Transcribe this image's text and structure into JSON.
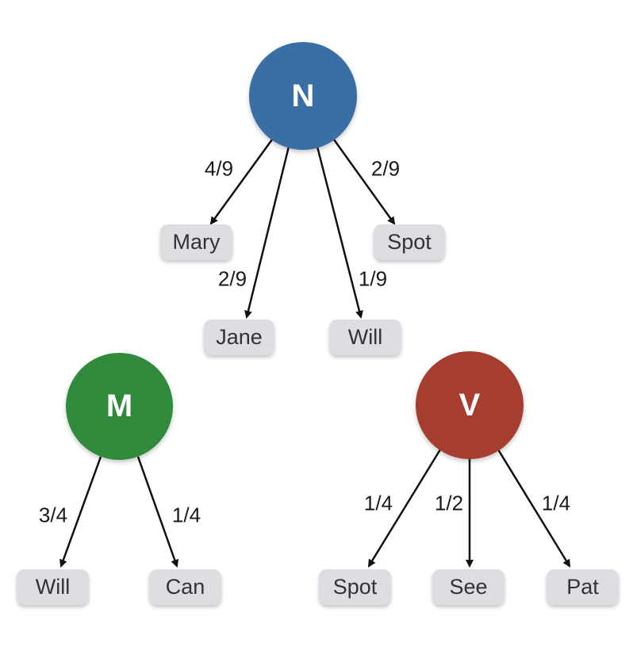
{
  "colors": {
    "N": "#3a6fa6",
    "M": "#2f8a3b",
    "V": "#a53d30",
    "word_box": "#dedee2"
  },
  "trees": [
    {
      "tag": "N",
      "children": [
        {
          "word": "Mary",
          "prob": "4/9"
        },
        {
          "word": "Jane",
          "prob": "2/9"
        },
        {
          "word": "Will",
          "prob": "1/9"
        },
        {
          "word": "Spot",
          "prob": "2/9"
        }
      ]
    },
    {
      "tag": "M",
      "children": [
        {
          "word": "Will",
          "prob": "3/4"
        },
        {
          "word": "Can",
          "prob": "1/4"
        }
      ]
    },
    {
      "tag": "V",
      "children": [
        {
          "word": "Spot",
          "prob": "1/4"
        },
        {
          "word": "See",
          "prob": "1/2"
        },
        {
          "word": "Pat",
          "prob": "1/4"
        }
      ]
    }
  ]
}
